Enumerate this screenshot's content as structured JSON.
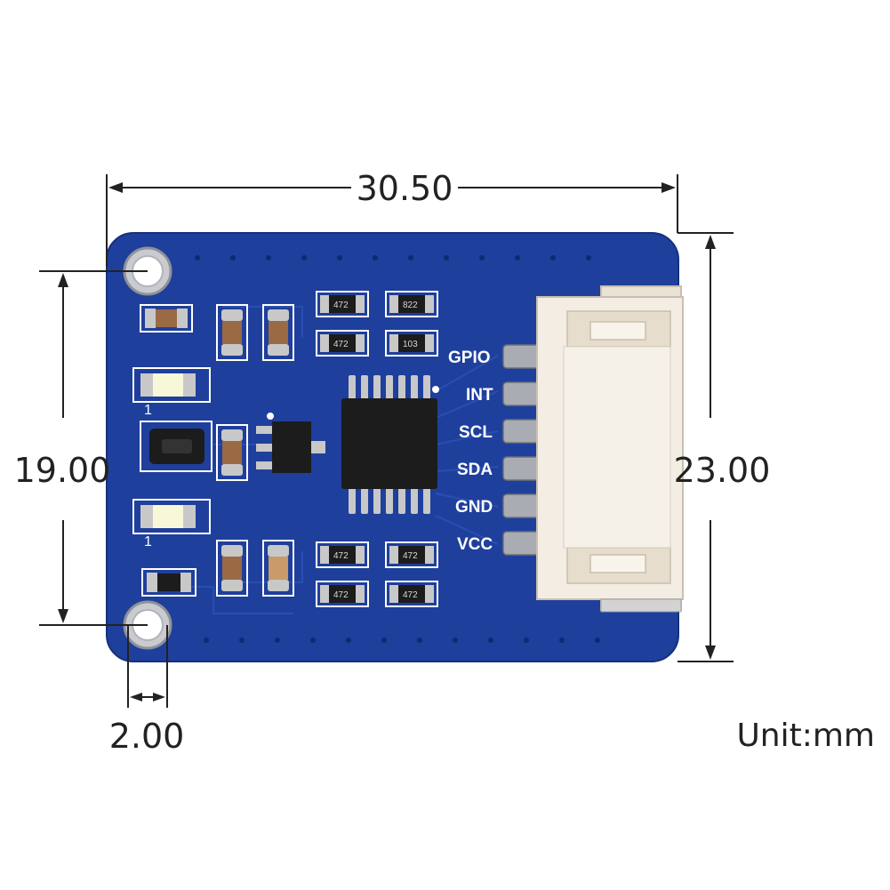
{
  "dimensions": {
    "width": "30.50",
    "height_outer": "23.00",
    "height_holes": "19.00",
    "hole_offset": "2.00"
  },
  "unit_label": "Unit:mm",
  "pins": {
    "gpio": "GPIO",
    "int": "INT",
    "scl": "SCL",
    "sda": "SDA",
    "gnd": "GND",
    "vcc": "VCC"
  },
  "resistor_codes": {
    "r1": "472",
    "r2": "822",
    "r3": "472",
    "r4": "103",
    "r5": "472",
    "r6": "472",
    "r7": "472",
    "r8": "472"
  },
  "colors": {
    "pcb": "#1f3f9c",
    "pcb_edge": "#16307a",
    "connector": "#f3ede3",
    "silkscreen": "#ffffff",
    "ic": "#1c1c1c",
    "lines": "#222222"
  }
}
